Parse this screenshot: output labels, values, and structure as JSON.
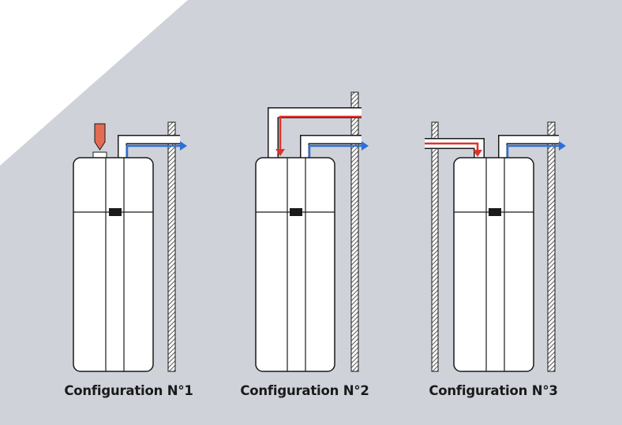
{
  "colors": {
    "background": "#cfd2d9",
    "unit_fill": "#ffffff",
    "outline": "#1a1a1a",
    "wall_hatch": "#555555",
    "cold_air": "#2f6fd8",
    "warm_air": "#e0322b",
    "inlet_marker": "#e36b52"
  },
  "icons": {
    "unit": "water-heater-unit",
    "wall": "hatched-wall",
    "duct_out": "blue-outlet-arrow",
    "duct_in": "red-inlet-arrow",
    "inlet": "red-down-arrow-marker"
  },
  "configurations": [
    {
      "caption": "Configuration N°1",
      "intake": "room-air"
    },
    {
      "caption": "Configuration N°2",
      "intake": "ducted-from-outside"
    },
    {
      "caption": "Configuration N°3",
      "intake": "ducted-through-wall"
    }
  ]
}
